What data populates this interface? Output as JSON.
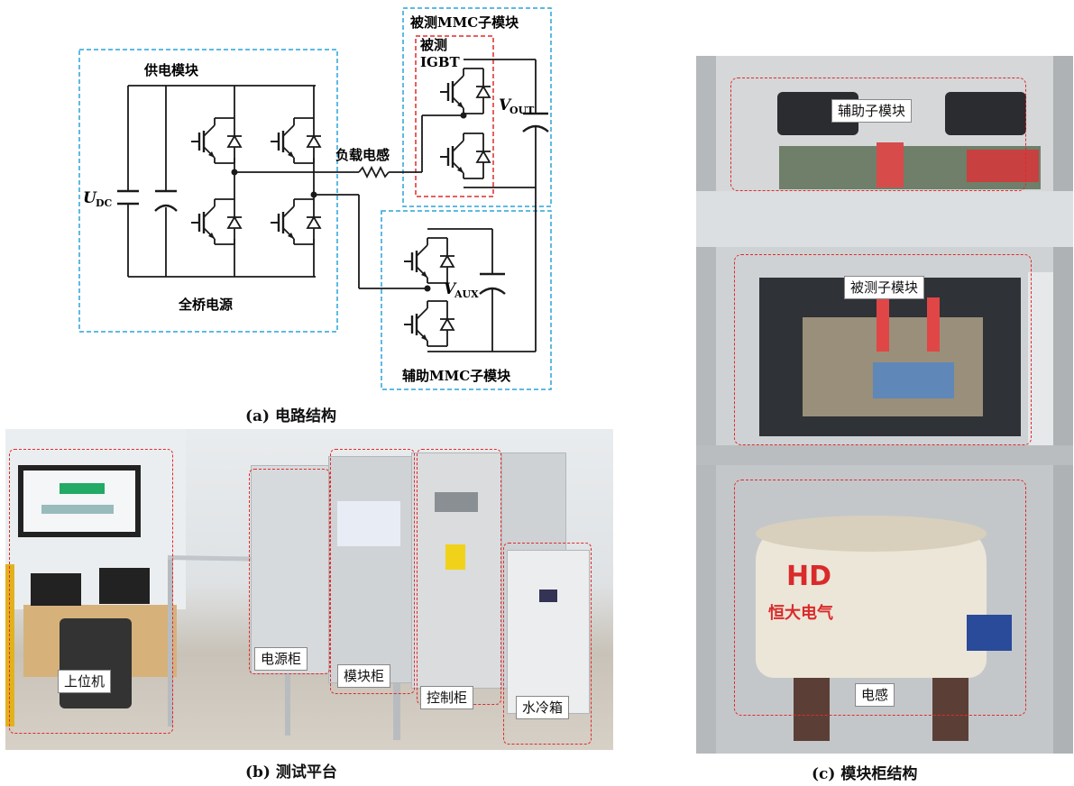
{
  "colors": {
    "blue_box": "#2aa3d8",
    "red_box": "#e02a2a",
    "wire": "#1a1a1a"
  },
  "circuit": {
    "supply_module": "供电模块",
    "fullbridge": "全桥电源",
    "udc_main": "U",
    "udc_sub": "DC",
    "load_inductor": "负载电感",
    "dut_submodule": "被测MMC子模块",
    "dut_igbt_line1": "被测",
    "dut_igbt_line2": "IGBT",
    "vout_main": "V",
    "vout_sub": "OUT",
    "vaux_main": "V",
    "vaux_sub": "AUX",
    "aux_submodule": "辅助MMC子模块"
  },
  "captions": {
    "a": "(a) 电路结构",
    "b": "(b) 测试平台",
    "c": "(c) 模块柜结构"
  },
  "platform_labels": {
    "pc": "上位机",
    "power_cabinet": "电源柜",
    "module_cabinet": "模块柜",
    "control_cabinet": "控制柜",
    "water_tank": "水冷箱"
  },
  "cabinet_labels": {
    "aux_submodule": "辅助子模块",
    "dut_submodule": "被测子模块",
    "inductor": "电感"
  },
  "inductor_logo": "HD",
  "inductor_brand": "恒大电气"
}
